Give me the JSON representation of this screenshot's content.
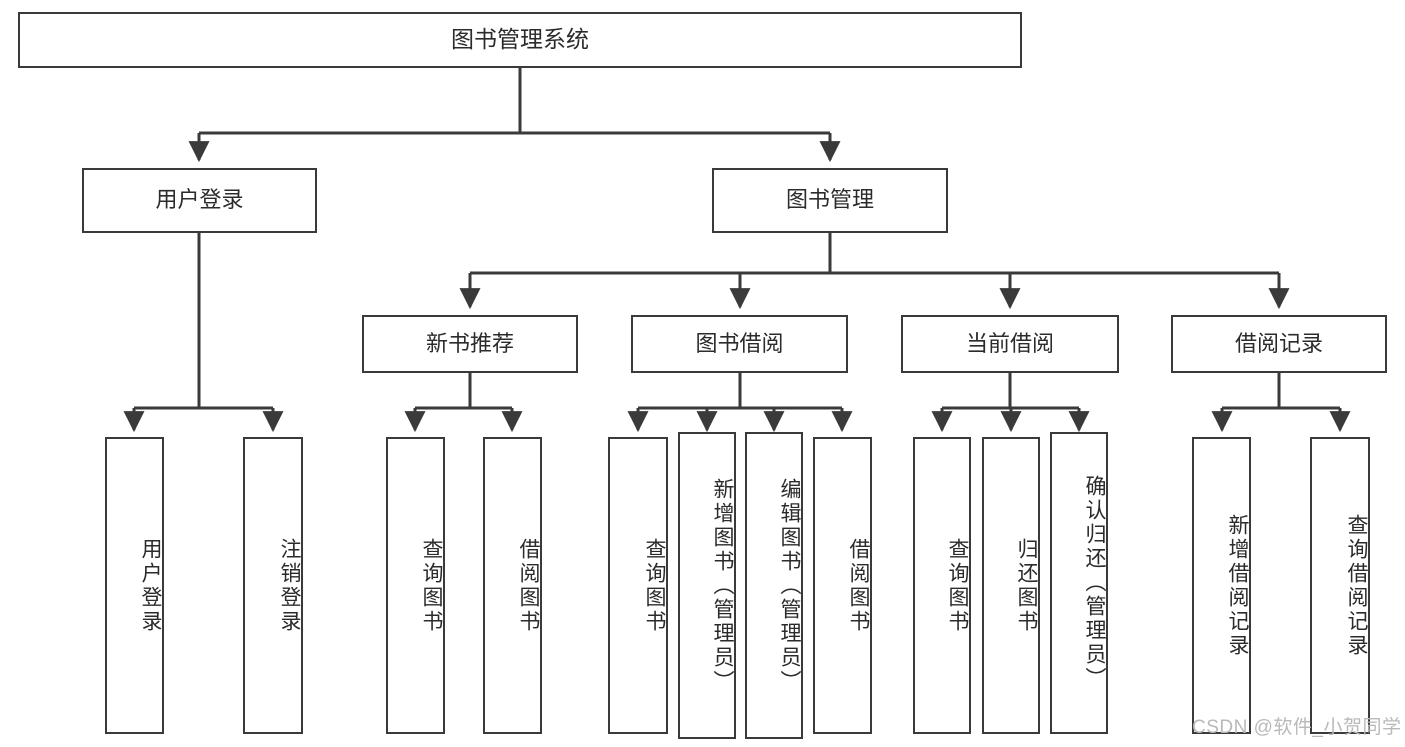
{
  "diagram": {
    "title": "图书管理系统",
    "type": "tree-hierarchy-diagram",
    "root": {
      "label": "图书管理系统"
    },
    "level2": [
      {
        "label": "用户登录"
      },
      {
        "label": "图书管理"
      }
    ],
    "level3": [
      {
        "label": "新书推荐"
      },
      {
        "label": "图书借阅"
      },
      {
        "label": "当前借阅"
      },
      {
        "label": "借阅记录"
      }
    ],
    "leaves": {
      "user_login": [
        {
          "label": "用户登录"
        },
        {
          "label": "注销登录"
        }
      ],
      "new_book_recommend": [
        {
          "label": "查询图书"
        },
        {
          "label": "借阅图书"
        }
      ],
      "book_borrow": [
        {
          "label": "查询图书"
        },
        {
          "label": "新增图书（管理员）"
        },
        {
          "label": "编辑图书（管理员）"
        },
        {
          "label": "借阅图书"
        }
      ],
      "current_borrow": [
        {
          "label": "查询图书"
        },
        {
          "label": "归还图书"
        },
        {
          "label": "确认归还（管理员）"
        }
      ],
      "borrow_record": [
        {
          "label": "新增借阅记录"
        },
        {
          "label": "查询借阅记录"
        }
      ]
    }
  },
  "watermark": {
    "text": "CSDN @软件_小贺同学"
  },
  "colors": {
    "stroke": "#3a3a3a",
    "background": "#ffffff",
    "text": "#2b2b2b",
    "watermark": "#b9b9b9"
  }
}
